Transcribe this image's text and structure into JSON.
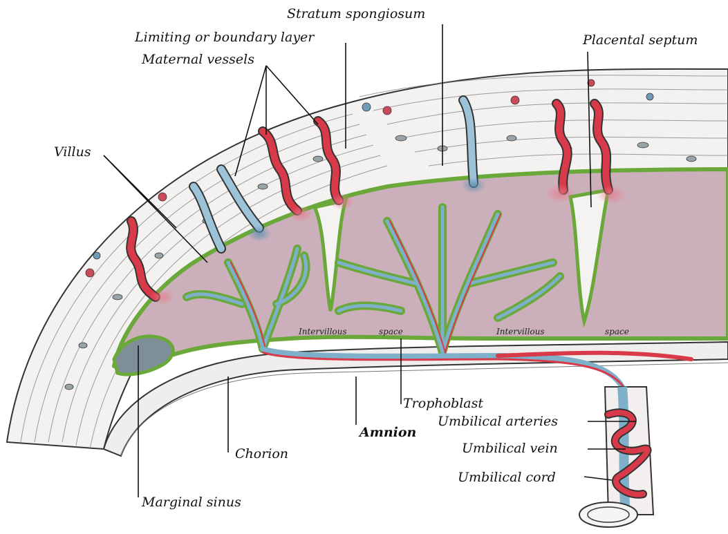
{
  "labels": {
    "stratum_spongiosum": "Stratum spongiosum",
    "limiting_layer": "Limiting or boundary layer",
    "maternal_vessels": "Maternal vessels",
    "placental_septum": "Placental septum",
    "villus": "Villus",
    "intervillous_space_1": "Intervillous",
    "intervillous_space_1b": "space",
    "intervillous_space_2": "Intervillous",
    "intervillous_space_2b": "space",
    "trophoblast": "Trophoblast",
    "umbilical_arteries": "Umbilical arteries",
    "amnion": "Amnion",
    "umbilical_vein": "Umbilical vein",
    "chorion": "Chorion",
    "umbilical_cord": "Umbilical cord",
    "marginal_sinus": "Marginal sinus"
  },
  "colors": {
    "artery": "#d93a4a",
    "vein": "#7fb0c9",
    "trophoblast_border": "#6aa83a",
    "intervillous_fill": "#cbb0bb",
    "decidua_line": "#555555"
  }
}
